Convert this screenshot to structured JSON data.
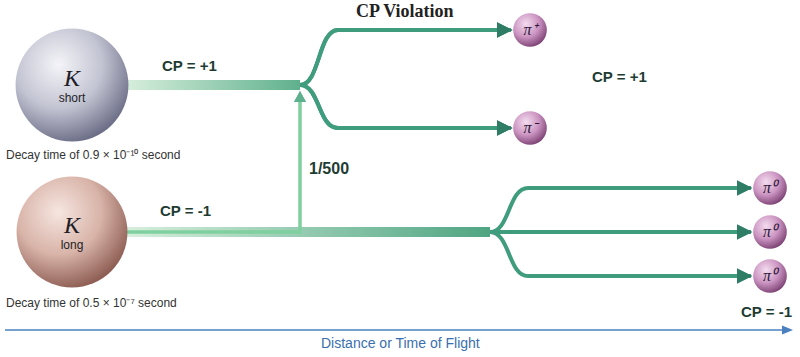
{
  "diagram": {
    "title": "CP Violation",
    "nodes": [
      {
        "text": [
          "K",
          "short"
        ]
      },
      {
        "text": [
          "π⁺"
        ]
      },
      {
        "text": [
          "π⁻"
        ]
      },
      {
        "text": [
          "K",
          "long"
        ]
      },
      {
        "text": [
          "π⁰"
        ]
      },
      {
        "text": [
          "π⁰"
        ]
      },
      {
        "text": [
          "π⁰"
        ]
      }
    ],
    "edges": [
      {
        "from": 0,
        "to": 1,
        "arrow": "to"
      },
      {
        "from": 0,
        "to": 2,
        "arrow": "to"
      },
      {
        "from": 3,
        "to": 4,
        "arrow": "to"
      },
      {
        "from": 3,
        "to": 5,
        "arrow": "to"
      },
      {
        "from": 3,
        "to": 6,
        "arrow": "to"
      },
      {
        "from": 3,
        "to": 1,
        "arrow": "to"
      },
      {
        "from": 3,
        "to": 2,
        "arrow": "to"
      }
    ],
    "labels": [
      "CP = +1",
      "Decay time of 0.9 × 10⁻¹⁰ second",
      "1/500",
      "CP = +1",
      "CP = -1",
      "Decay time of 0.5 × 10⁻⁷ second",
      "CP = -1",
      "Distance or Time of Flight"
    ]
  }
}
